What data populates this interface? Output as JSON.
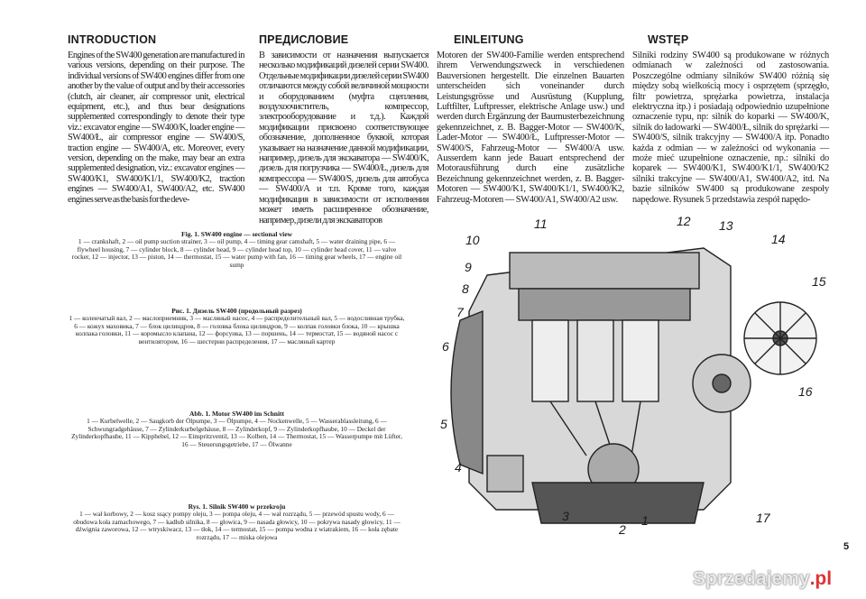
{
  "headings": [
    "INTRODUCTION",
    "ПРЕДИСЛОВИЕ",
    "EINLEITUNG",
    "WSTĘP"
  ],
  "columns": [
    "Engines of the SW400 generation are manufactured in various versions, depending on their purpose. The individual versions of SW400 engines differ from one another by the value of output and by their accessories (clutch, air cleaner, air compressor unit, electrical equipment, etc.), and thus bear designations supplemented correspondingly to denote their type viz.: excavator engine — SW400/K, loader engine — SW400/Ł, air compressor engine — SW400/S, traction engine — SW400/A, etc. Moreover, every version, depending on the make, may bear an extra supplemented designation, viz.: excavator engines — SW400/K1, SW400/K1/1, SW400/K2, traction engines — SW400/A1, SW400/A2, etc. SW400 engines serve as the basis for the deve-",
    "В зависимости от назначения выпускается несколько модификаций дизелей серии SW400. Отдельные модификации дизелей серии SW400 отличаются между собой величиной мощности и оборудованием (муфта сцепления, воздухоочиститель, компрессор, электрооборудование и т.д.). Каждой модификации присвоено соответствующее обозначение, дополненное буквой, которая указывает на назначение данной модификации, например, дизель для экскаватора — SW400/K, дизель для погрузчика — SW400/Ł, дизель для компрессора — SW400/S, дизель для автобуса — SW400/A и т.п. Кроме того, каждая модификация в зависимости от исполнения может иметь расширенное обозначение, например, дизели для экскаваторов",
    "Motoren der SW400-Familie werden entsprechend ihrem Verwendungszweck in verschiedenen Bauversionen hergestellt. Die einzelnen Bauarten unterscheiden sich voneinander durch Leistungsgrösse und Ausrüstung (Kupplung, Luftfilter, Luftpresser, elektrische Anlage usw.) und werden durch Ergänzung der Baumusterbezeichnung gekennzeichnet, z. B. Bagger-Motor — SW400/K, Lader-Motor — SW400/Ł, Luftpresser-Motor — SW400/S, Fahrzeug-Motor — SW400/A usw. Ausserdem kann jede Bauart entsprechend der Motorausführung durch eine zusätzliche Bezeichnung gekennzeichnet werden, z. B. Bagger-Motoren — SW400/K1, SW400/K1/1, SW400/K2, Fahrzeug-Motoren — SW400/A1, SW400/A2 usw.",
    "Silniki rodziny SW400 są produkowane w różnych odmianach w zależności od zastosowania. Poszczególne odmiany silników SW400 różnią się między sobą wielkością mocy i osprzętem (sprzęgło, filtr powietrza, sprężarka powietrza, instalacja elektryczna itp.) i posiadają odpowiednio uzupełnione oznaczenie typu, np: silnik do koparki — SW400/K, silnik do ładowarki — SW400/Ł, silnik do sprężarki — SW400/S, silnik trakcyjny — SW400/A itp. Ponadto każda z odmian — w zależności od wykonania — może mieć uzupełnione oznaczenie, np.: silniki do koparek — SW400/K1, SW400/K1/1, SW400/K2 silniki trakcyjne — SW400/A1, SW400/A2, itd. Na bazie silników SW400 są produkowane zespoły napędowe. Rysunek 5 przedstawia zespół napędo-"
  ],
  "captions": [
    {
      "title": "Fig. 1. SW400 engine — sectional view",
      "text": "1 — crankshaft, 2 — oil pump suction strainer, 3 — oil pump, 4 — timing gear camshaft, 5 — water draining pipe, 6 — flywheel housing, 7 — cylinder block, 8 — cylinder head, 9 — cylinder head top, 10 — cylinder head cover, 11 — valve rocker, 12 — injector, 13 — piston, 14 — thermostat, 15 — water pump with fan, 16 — timing gear wheels, 17 — engine oil sump"
    },
    {
      "title": "Рис. 1. Дизель SW400 (продольный разрез)",
      "text": "1 — коленчатый вал, 2 — маслоприемник, 3 — масляный насос, 4 — распределительный вал, 5 — водосливная трубка, 6 — кожух маховика, 7 — блок цилиндров, 8 — головка блока цилиндров, 9 — колпак головки блока, 10 — крышка колпака головки, 11 — коромысло клапана, 12 — форсунка, 13 — поршень, 14 — термостат, 15 — водяной насос с вентилятором, 16 — шестерни распределения, 17 — масляный картер"
    },
    {
      "title": "Abb. 1. Motor SW400 im Schnitt",
      "text": "1 — Kurbelwelle, 2 — Saugkorb der Ölpumpe, 3 — Ölpumpe, 4 — Nockenwelle, 5 — Wasserablassleitung, 6 — Schwungradgehäuse, 7 — Zylinderkurbelgehäuse, 8 — Zylinderkopf, 9 — Zylinderkopfhaube, 10 — Deckel der Zylinderkopfhaube, 11 — Kipphebel, 12 — Einspritzventil, 13 — Kolben, 14 — Thermostat, 15 — Wasserpumpe mit Lüfter, 16 — Steuerungsgetriebe, 17 — Ölwanne"
    },
    {
      "title": "Rys. 1. Silnik SW400 w przekroju",
      "text": "1 — wał korbowy, 2 — kosz ssący pompy oleju, 3 — pompa oleju, 4 — wał rozrządu, 5 — przewód spustu wody, 6 — obudowa koła zamachowego, 7 — kadłub silnika, 8 — głowica, 9 — nasada głowicy, 10 — pokrywa nasady głowicy, 11 — dźwignia zaworowa, 12 — wtryskiwacz, 13 — tłok, 14 — termostat, 15 — pompa wodna z wiatrakiem, 16 — koła zębate rozrządu, 17 — miska olejowa"
    }
  ],
  "figure_labels": [
    "1",
    "2",
    "3",
    "4",
    "5",
    "6",
    "7",
    "8",
    "9",
    "10",
    "11",
    "12",
    "13",
    "14",
    "15",
    "16",
    "17"
  ],
  "page_number": "5",
  "watermark": {
    "text": "Sprzedajemy",
    "suffix": ".pl"
  }
}
